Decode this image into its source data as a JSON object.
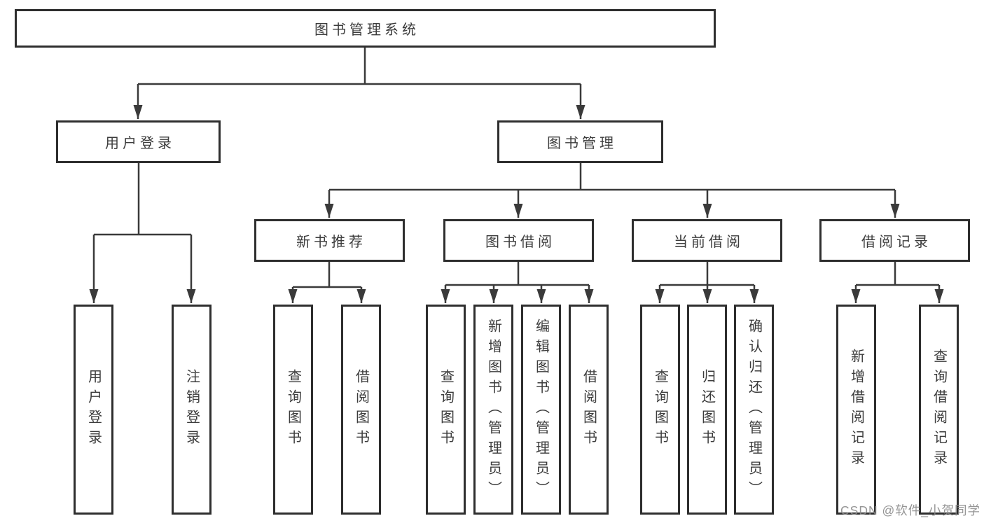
{
  "diagram_title": "图书管理系统",
  "tree": {
    "root": {
      "label": "图书管理系统"
    },
    "level2": [
      {
        "label": "用户登录",
        "parent": "图书管理系统"
      },
      {
        "label": "图书管理",
        "parent": "图书管理系统"
      }
    ],
    "level3": [
      {
        "label": "新书推荐",
        "parent": "图书管理"
      },
      {
        "label": "图书借阅",
        "parent": "图书管理"
      },
      {
        "label": "当前借阅",
        "parent": "图书管理"
      },
      {
        "label": "借阅记录",
        "parent": "图书管理"
      }
    ],
    "level4": [
      {
        "label": "用户登录",
        "parent": "用户登录"
      },
      {
        "label": "注销登录",
        "parent": "用户登录"
      },
      {
        "label": "查询图书",
        "parent": "新书推荐"
      },
      {
        "label": "借阅图书",
        "parent": "新书推荐"
      },
      {
        "label": "查询图书",
        "parent": "图书借阅"
      },
      {
        "label": "新增图书（管理员）",
        "parent": "图书借阅"
      },
      {
        "label": "编辑图书（管理员）",
        "parent": "图书借阅"
      },
      {
        "label": "借阅图书",
        "parent": "图书借阅"
      },
      {
        "label": "查询图书",
        "parent": "当前借阅"
      },
      {
        "label": "归还图书",
        "parent": "当前借阅"
      },
      {
        "label": "确认归还（管理员）",
        "parent": "当前借阅"
      },
      {
        "label": "新增借阅记录",
        "parent": "借阅记录"
      },
      {
        "label": "查询借阅记录",
        "parent": "借阅记录"
      }
    ]
  },
  "watermark": {
    "text": "CSDN @软件_小贺同学"
  },
  "colors": {
    "line": "#3a3a3a",
    "box_border": "#2e2e2e",
    "text": "#3c3c3c",
    "watermark": "#8a8a8a",
    "background": "#ffffff"
  }
}
